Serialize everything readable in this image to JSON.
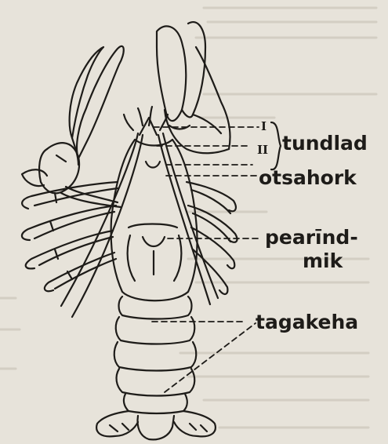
{
  "labels": {
    "roman_one": "I",
    "roman_two": "II",
    "tundlad": "tundlad",
    "otsahork": "otsahork",
    "pearind_line1": "pearīnd-",
    "pearind_line2": "mik",
    "tagakeha": "tagakeha"
  }
}
